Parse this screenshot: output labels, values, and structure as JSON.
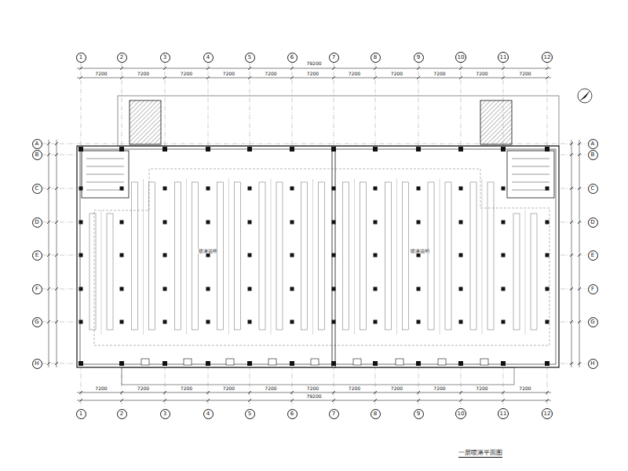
{
  "diagram": {
    "caption": "一层喷淋平面图",
    "nodes": [
      {
        "text": [
          "1"
        ]
      },
      {
        "text": [
          "2"
        ]
      },
      {
        "text": [
          "3"
        ]
      },
      {
        "text": [
          "4"
        ]
      },
      {
        "text": [
          "5"
        ]
      },
      {
        "text": [
          "6"
        ]
      },
      {
        "text": [
          "7"
        ]
      },
      {
        "text": [
          "8"
        ]
      },
      {
        "text": [
          "9"
        ]
      },
      {
        "text": [
          "10"
        ]
      },
      {
        "text": [
          "11"
        ]
      },
      {
        "text": [
          "12"
        ]
      },
      {
        "text": [
          "A"
        ]
      },
      {
        "text": [
          "B"
        ]
      },
      {
        "text": [
          "C"
        ]
      },
      {
        "text": [
          "D"
        ]
      },
      {
        "text": [
          "E"
        ]
      },
      {
        "text": [
          "F"
        ]
      },
      {
        "text": [
          "G"
        ]
      },
      {
        "text": [
          "H"
        ]
      },
      {
        "text": [
          "A"
        ]
      },
      {
        "text": [
          "B"
        ]
      },
      {
        "text": [
          "C"
        ]
      },
      {
        "text": [
          "D"
        ]
      },
      {
        "text": [
          "E"
        ]
      },
      {
        "text": [
          "F"
        ]
      },
      {
        "text": [
          "G"
        ]
      },
      {
        "text": [
          "H"
        ]
      },
      {
        "text": [
          "1"
        ]
      },
      {
        "text": [
          "2"
        ]
      },
      {
        "text": [
          "3"
        ]
      },
      {
        "text": [
          "4"
        ]
      },
      {
        "text": [
          "5"
        ]
      },
      {
        "text": [
          "6"
        ]
      },
      {
        "text": [
          "7"
        ]
      },
      {
        "text": [
          "8"
        ]
      },
      {
        "text": [
          "9"
        ]
      },
      {
        "text": [
          "10"
        ]
      },
      {
        "text": [
          "11"
        ]
      },
      {
        "text": [
          "12"
        ]
      }
    ],
    "labels": [
      "79200",
      "7200",
      "7200",
      "7200",
      "7200",
      "7200",
      "7200",
      "7200",
      "7200",
      "7200",
      "7200",
      "7200",
      "7200",
      "7200",
      "7200",
      "7200",
      "7200",
      "7200",
      "7200",
      "7200",
      "7200",
      "7200",
      "7200",
      "79200",
      "喷淋说明",
      "喷淋说明"
    ]
  }
}
